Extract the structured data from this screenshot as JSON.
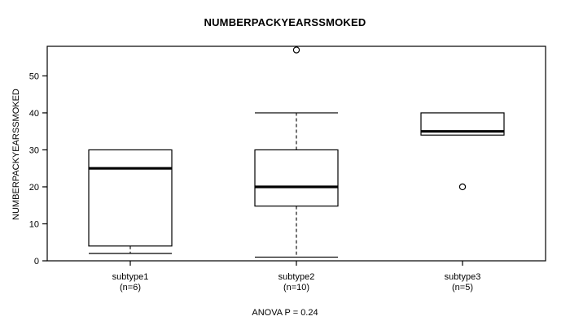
{
  "chart_data": {
    "type": "box",
    "title": "NUMBERPACKYEARSSMOKED",
    "xlabel": "",
    "ylabel": "NUMBERPACKYEARSSMOKED",
    "ylim": [
      0,
      58
    ],
    "yticks": [
      0,
      10,
      20,
      30,
      40,
      50
    ],
    "ytick_labels": [
      "0",
      "10",
      "20",
      "30",
      "40",
      "50"
    ],
    "grid": false,
    "legend": "none",
    "annotation": "ANOVA P = 0.24",
    "categories": [
      "subtype1",
      "subtype2",
      "subtype3"
    ],
    "category_counts": [
      "n=6",
      "n=10",
      "n=5"
    ],
    "category_labels": [
      "subtype1\n(n=6)",
      "subtype2\n(n=10)",
      "subtype3\n(n=5)"
    ],
    "boxes": [
      {
        "name": "subtype1",
        "count_label": "(n=6)",
        "whisker_low": 2,
        "q1": 4,
        "median": 25,
        "q3": 30,
        "whisker_high": 30,
        "outliers": []
      },
      {
        "name": "subtype2",
        "count_label": "(n=10)",
        "whisker_low": 1,
        "q1": 14.8,
        "median": 20,
        "q3": 30,
        "whisker_high": 40,
        "outliers": [
          57
        ]
      },
      {
        "name": "subtype3",
        "count_label": "(n=5)",
        "whisker_low": 34,
        "q1": 34,
        "median": 35,
        "q3": 40,
        "whisker_high": 40,
        "outliers": [
          20
        ]
      }
    ],
    "colors": {
      "box_stroke": "#000000",
      "box_fill": "#ffffff",
      "median_stroke": "#000000",
      "outlier_stroke": "#000000",
      "axis": "#000000",
      "background": "#ffffff"
    }
  }
}
